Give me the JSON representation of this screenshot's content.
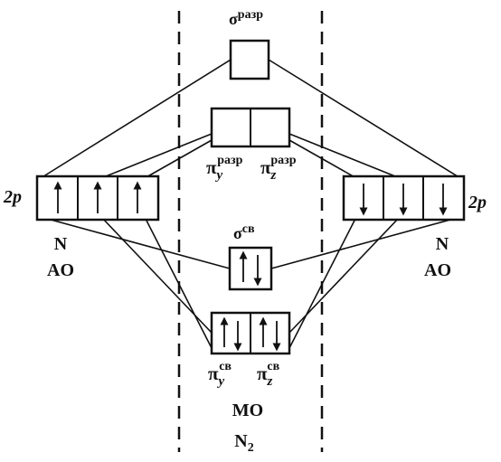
{
  "diagram": {
    "left_atom": {
      "orbital_label": "2p",
      "element": "N",
      "type_label": "AO",
      "electrons": [
        "up",
        "up",
        "up"
      ]
    },
    "right_atom": {
      "orbital_label": "2p",
      "element": "N",
      "type_label": "AO",
      "electrons": [
        "down",
        "down",
        "down"
      ]
    },
    "molecular_orbitals": {
      "sigma_antibonding": {
        "symbol": "σ",
        "superscript": "разр",
        "electrons": []
      },
      "pi_antibonding": {
        "symbol_y": "π",
        "sub_y": "y",
        "sup_y": "разр",
        "symbol_z": "π",
        "sub_z": "z",
        "sup_z": "разр",
        "cells": [
          [],
          []
        ]
      },
      "sigma_bonding": {
        "symbol": "σ",
        "superscript": "св",
        "electrons": [
          "up",
          "down"
        ]
      },
      "pi_bonding": {
        "symbol_y": "π",
        "sub_y": "y",
        "sup_y": "св",
        "symbol_z": "π",
        "sub_z": "z",
        "sup_z": "св",
        "cells": [
          [
            "up",
            "down"
          ],
          [
            "up",
            "down"
          ]
        ]
      }
    },
    "mo_label": "MO",
    "molecule_label": "N",
    "molecule_subscript": "2"
  },
  "colors": {
    "ink": "#111111",
    "background": "#ffffff"
  }
}
